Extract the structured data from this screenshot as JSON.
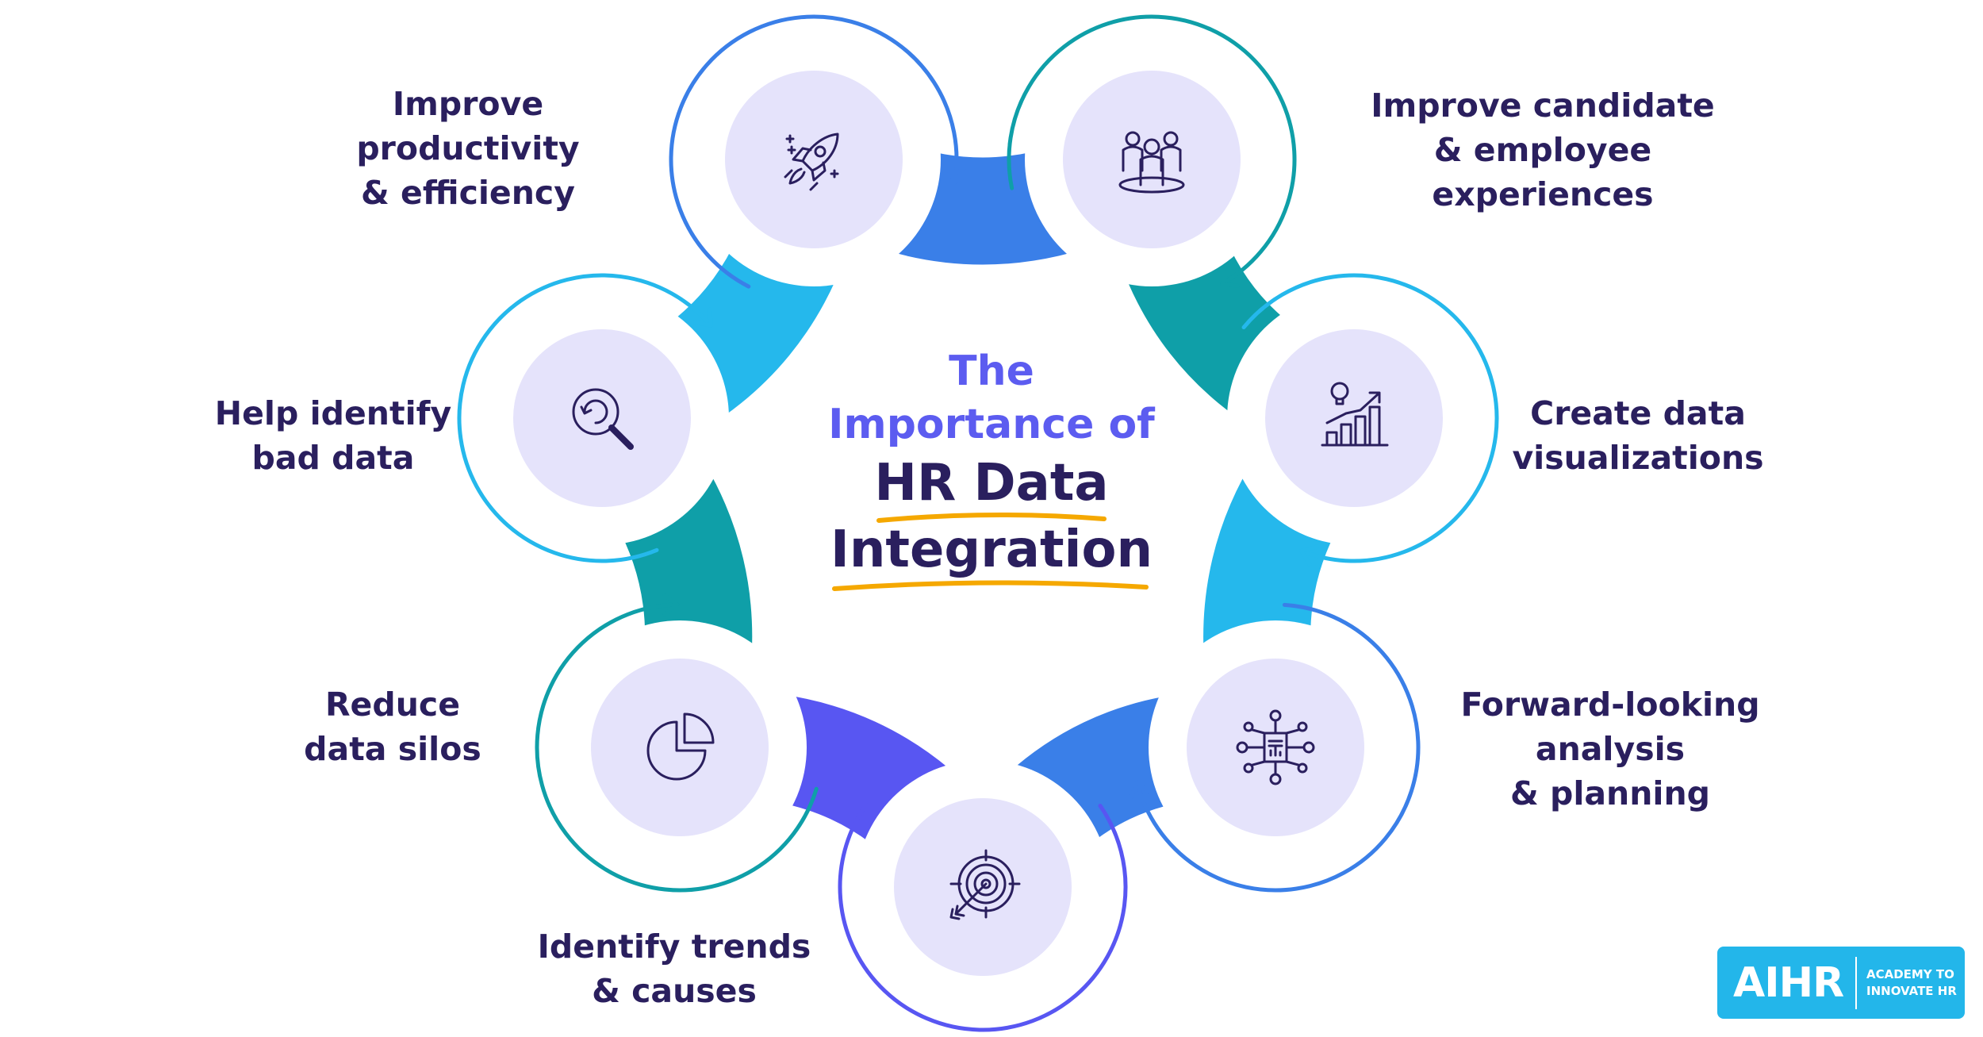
{
  "title": {
    "line1": "The",
    "line2": "Importance of",
    "line3": "HR Data",
    "line4": "Integration"
  },
  "items": [
    {
      "label": "Improve\nproductivity\n& efficiency",
      "icon": "rocket-icon"
    },
    {
      "label": "Improve candidate\n& employee\nexperiences",
      "icon": "team-icon"
    },
    {
      "label": "Create data\nvisualizations",
      "icon": "growth-chart-icon"
    },
    {
      "label": "Forward-looking\nanalysis\n& planning",
      "icon": "network-document-icon"
    },
    {
      "label": "Identify trends\n& causes",
      "icon": "target-icon"
    },
    {
      "label": "Reduce\ndata silos",
      "icon": "pie-chart-icon"
    },
    {
      "label": "Help identify\nbad data",
      "icon": "search-icon"
    }
  ],
  "logo": {
    "name": "AIHR",
    "tagline": "ACADEMY TO\nINNOVATE HR"
  },
  "colors": {
    "blue": "#3a7fe8",
    "teal": "#0f9fa8",
    "sky": "#25b8ec",
    "violet": "#5856f2",
    "circle_fill": "#e5e3fb",
    "title_light": "#5c5cf0",
    "title_dark": "#2a1f5e",
    "underline": "#f5a800",
    "logo_bg": "#23b6ea"
  }
}
